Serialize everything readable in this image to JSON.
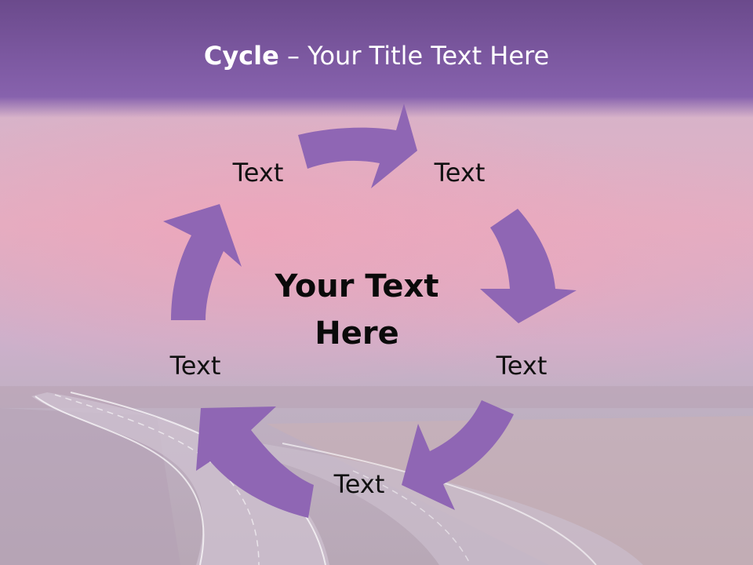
{
  "title": {
    "bold": "Cycle",
    "rest": " – Your Title Text Here"
  },
  "center_text": {
    "line1": "Your Text",
    "line2": "Here"
  },
  "nodes": [
    "Text",
    "Text",
    "Text",
    "Text",
    "Text"
  ],
  "colors": {
    "arrow": "#8f66b4",
    "title_bar": "#7e5aa3",
    "title_text": "#ffffff",
    "label": "#111111"
  },
  "arrows": 5
}
